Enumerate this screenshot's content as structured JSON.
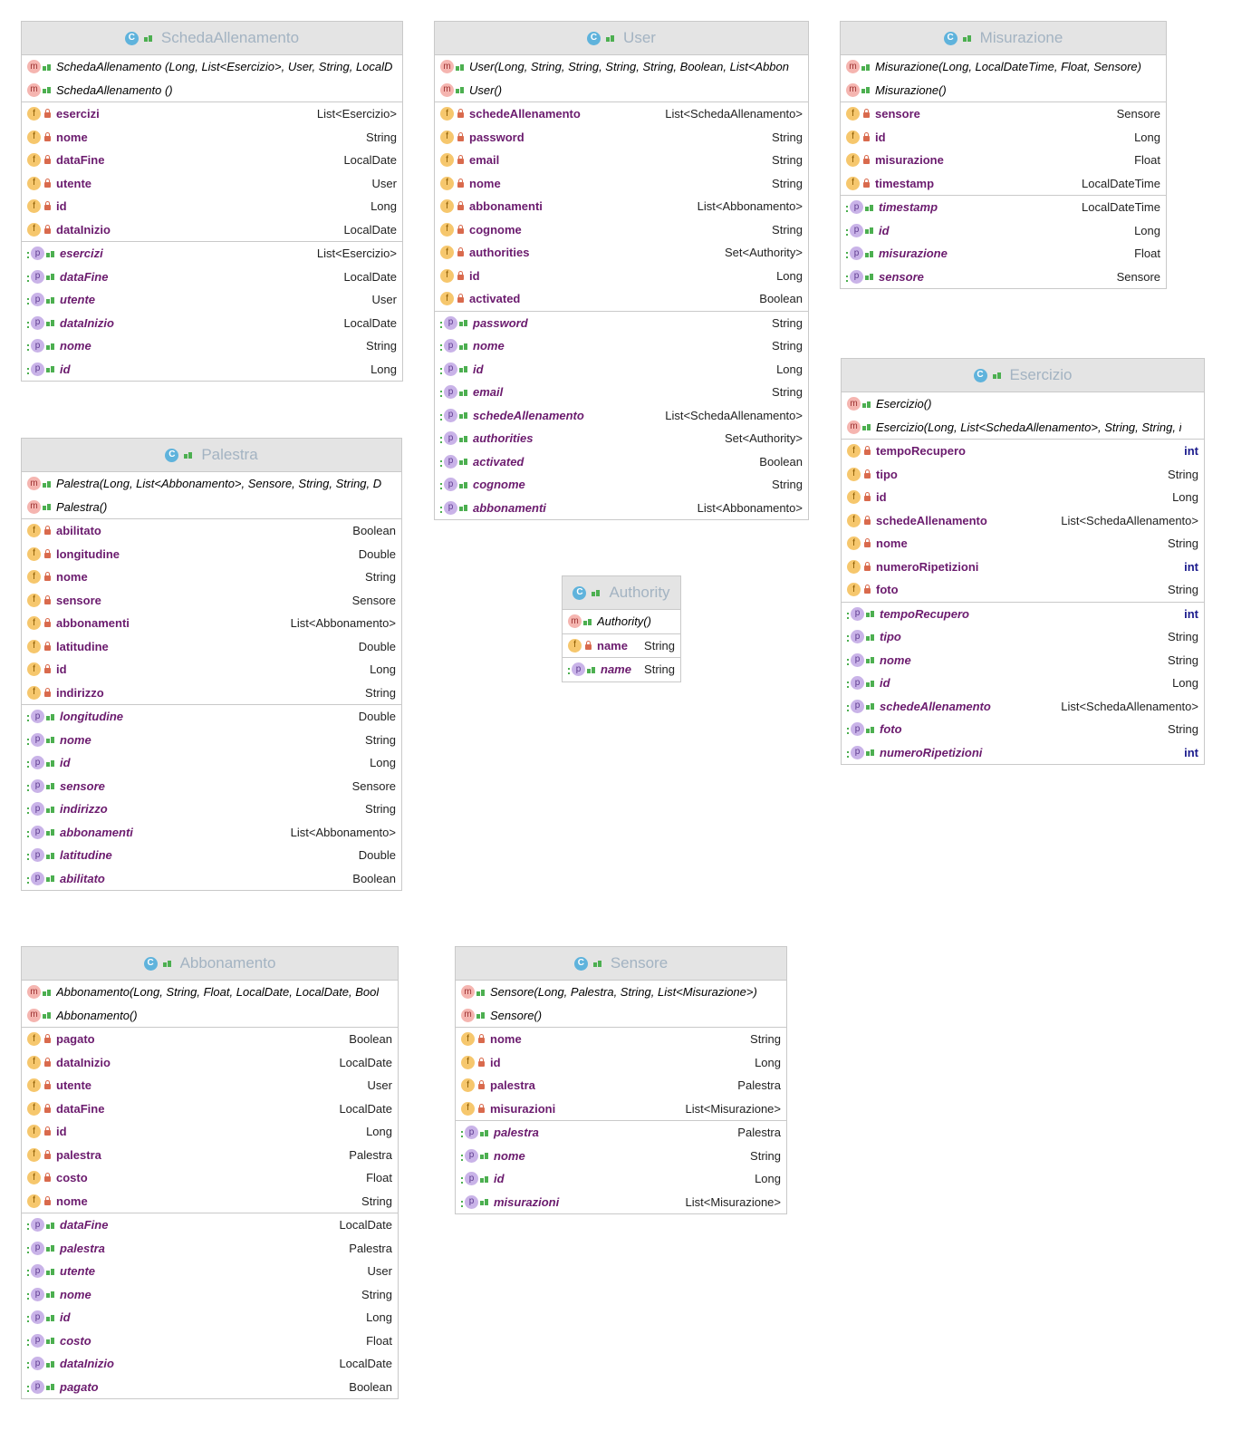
{
  "classes": [
    {
      "name": "SchedaAllenamento",
      "box": "a",
      "constructors": [
        "SchedaAllenamento (Long, List<Esercizio>, User, String, LocalD",
        "SchedaAllenamento ()"
      ],
      "fields": [
        {
          "name": "esercizi",
          "type": "List<Esercizio>"
        },
        {
          "name": "nome",
          "type": "String"
        },
        {
          "name": "dataFine",
          "type": "LocalDate"
        },
        {
          "name": "utente",
          "type": "User"
        },
        {
          "name": "id",
          "type": "Long"
        },
        {
          "name": "dataInizio",
          "type": "LocalDate"
        }
      ],
      "properties": [
        {
          "name": "esercizi",
          "type": "List<Esercizio>"
        },
        {
          "name": "dataFine",
          "type": "LocalDate"
        },
        {
          "name": "utente",
          "type": "User"
        },
        {
          "name": "dataInizio",
          "type": "LocalDate"
        },
        {
          "name": "nome",
          "type": "String"
        },
        {
          "name": "id",
          "type": "Long"
        }
      ]
    },
    {
      "name": "User",
      "box": "b",
      "constructors": [
        "User(Long, String, String, String, String, Boolean, List<Abbon",
        "User()"
      ],
      "fields": [
        {
          "name": "schedeAllenamento",
          "type": "List<SchedaAllenamento>"
        },
        {
          "name": "password",
          "type": "String"
        },
        {
          "name": "email",
          "type": "String"
        },
        {
          "name": "nome",
          "type": "String"
        },
        {
          "name": "abbonamenti",
          "type": "List<Abbonamento>"
        },
        {
          "name": "cognome",
          "type": "String"
        },
        {
          "name": "authorities",
          "type": "Set<Authority>"
        },
        {
          "name": "id",
          "type": "Long"
        },
        {
          "name": "activated",
          "type": "Boolean"
        }
      ],
      "properties": [
        {
          "name": "password",
          "type": "String"
        },
        {
          "name": "nome",
          "type": "String"
        },
        {
          "name": "id",
          "type": "Long"
        },
        {
          "name": "email",
          "type": "String"
        },
        {
          "name": "schedeAllenamento",
          "type": "List<SchedaAllenamento>"
        },
        {
          "name": "authorities",
          "type": "Set<Authority>"
        },
        {
          "name": "activated",
          "type": "Boolean"
        },
        {
          "name": "cognome",
          "type": "String"
        },
        {
          "name": "abbonamenti",
          "type": "List<Abbonamento>"
        }
      ]
    },
    {
      "name": "Misurazione",
      "box": "c",
      "constructors": [
        "Misurazione(Long, LocalDateTime, Float, Sensore)",
        "Misurazione()"
      ],
      "fields": [
        {
          "name": "sensore",
          "type": "Sensore"
        },
        {
          "name": "id",
          "type": "Long"
        },
        {
          "name": "misurazione",
          "type": "Float"
        },
        {
          "name": "timestamp",
          "type": "LocalDateTime"
        }
      ],
      "properties": [
        {
          "name": "timestamp",
          "type": "LocalDateTime"
        },
        {
          "name": "id",
          "type": "Long"
        },
        {
          "name": "misurazione",
          "type": "Float"
        },
        {
          "name": "sensore",
          "type": "Sensore"
        }
      ]
    },
    {
      "name": "Palestra",
      "box": "d",
      "constructors": [
        "Palestra(Long, List<Abbonamento>, Sensore, String, String, D",
        "Palestra()"
      ],
      "fields": [
        {
          "name": "abilitato",
          "type": "Boolean"
        },
        {
          "name": "longitudine",
          "type": "Double"
        },
        {
          "name": "nome",
          "type": "String"
        },
        {
          "name": "sensore",
          "type": "Sensore"
        },
        {
          "name": "abbonamenti",
          "type": "List<Abbonamento>"
        },
        {
          "name": "latitudine",
          "type": "Double"
        },
        {
          "name": "id",
          "type": "Long"
        },
        {
          "name": "indirizzo",
          "type": "String"
        }
      ],
      "properties": [
        {
          "name": "longitudine",
          "type": "Double"
        },
        {
          "name": "nome",
          "type": "String"
        },
        {
          "name": "id",
          "type": "Long"
        },
        {
          "name": "sensore",
          "type": "Sensore"
        },
        {
          "name": "indirizzo",
          "type": "String"
        },
        {
          "name": "abbonamenti",
          "type": "List<Abbonamento>"
        },
        {
          "name": "latitudine",
          "type": "Double"
        },
        {
          "name": "abilitato",
          "type": "Boolean"
        }
      ]
    },
    {
      "name": "Esercizio",
      "box": "e",
      "constructors": [
        "Esercizio()",
        "Esercizio(Long, List<SchedaAllenamento>, String, String, i"
      ],
      "fields": [
        {
          "name": "tempoRecupero",
          "type": "int"
        },
        {
          "name": "tipo",
          "type": "String"
        },
        {
          "name": "id",
          "type": "Long"
        },
        {
          "name": "schedeAllenamento",
          "type": "List<SchedaAllenamento>"
        },
        {
          "name": "nome",
          "type": "String"
        },
        {
          "name": "numeroRipetizioni",
          "type": "int"
        },
        {
          "name": "foto",
          "type": "String"
        }
      ],
      "properties": [
        {
          "name": "tempoRecupero",
          "type": "int"
        },
        {
          "name": "tipo",
          "type": "String"
        },
        {
          "name": "nome",
          "type": "String"
        },
        {
          "name": "id",
          "type": "Long"
        },
        {
          "name": "schedeAllenamento",
          "type": "List<SchedaAllenamento>"
        },
        {
          "name": "foto",
          "type": "String"
        },
        {
          "name": "numeroRipetizioni",
          "type": "int"
        }
      ]
    },
    {
      "name": "Authority",
      "box": "f",
      "constructors": [
        "Authority()"
      ],
      "fields": [
        {
          "name": "name",
          "type": "String"
        }
      ],
      "properties": [
        {
          "name": "name",
          "type": "String"
        }
      ]
    },
    {
      "name": "Abbonamento",
      "box": "g",
      "constructors": [
        "Abbonamento(Long, String, Float, LocalDate, LocalDate, Bool",
        "Abbonamento()"
      ],
      "fields": [
        {
          "name": "pagato",
          "type": "Boolean"
        },
        {
          "name": "dataInizio",
          "type": "LocalDate"
        },
        {
          "name": "utente",
          "type": "User"
        },
        {
          "name": "dataFine",
          "type": "LocalDate"
        },
        {
          "name": "id",
          "type": "Long"
        },
        {
          "name": "palestra",
          "type": "Palestra"
        },
        {
          "name": "costo",
          "type": "Float"
        },
        {
          "name": "nome",
          "type": "String"
        }
      ],
      "properties": [
        {
          "name": "dataFine",
          "type": "LocalDate"
        },
        {
          "name": "palestra",
          "type": "Palestra"
        },
        {
          "name": "utente",
          "type": "User"
        },
        {
          "name": "nome",
          "type": "String"
        },
        {
          "name": "id",
          "type": "Long"
        },
        {
          "name": "costo",
          "type": "Float"
        },
        {
          "name": "dataInizio",
          "type": "LocalDate"
        },
        {
          "name": "pagato",
          "type": "Boolean"
        }
      ]
    },
    {
      "name": "Sensore",
      "box": "h",
      "constructors": [
        "Sensore(Long, Palestra, String, List<Misurazione>)",
        "Sensore()"
      ],
      "fields": [
        {
          "name": "nome",
          "type": "String"
        },
        {
          "name": "id",
          "type": "Long"
        },
        {
          "name": "palestra",
          "type": "Palestra"
        },
        {
          "name": "misurazioni",
          "type": "List<Misurazione>"
        }
      ],
      "properties": [
        {
          "name": "palestra",
          "type": "Palestra"
        },
        {
          "name": "nome",
          "type": "String"
        },
        {
          "name": "id",
          "type": "Long"
        },
        {
          "name": "misurazioni",
          "type": "List<Misurazione>"
        }
      ]
    }
  ],
  "icons": {
    "class": "class-icon",
    "method": "method-icon",
    "field": "field-icon",
    "property": "property-icon",
    "visibility_public": "public-visibility-icon",
    "visibility_private": "lock-icon"
  },
  "icon_letters": {
    "class": "C",
    "method": "m",
    "field": "f",
    "property": "p"
  },
  "colors": {
    "header_bg": "#e4e4e4",
    "title_text": "#a3b3c2",
    "member_name": "#6b1b6e",
    "keyword_type": "#1a1a8c",
    "method_icon": "#f5b5b0",
    "field_icon": "#f6c76d",
    "property_icon": "#c9b3e8",
    "class_icon": "#5fb3dc"
  }
}
